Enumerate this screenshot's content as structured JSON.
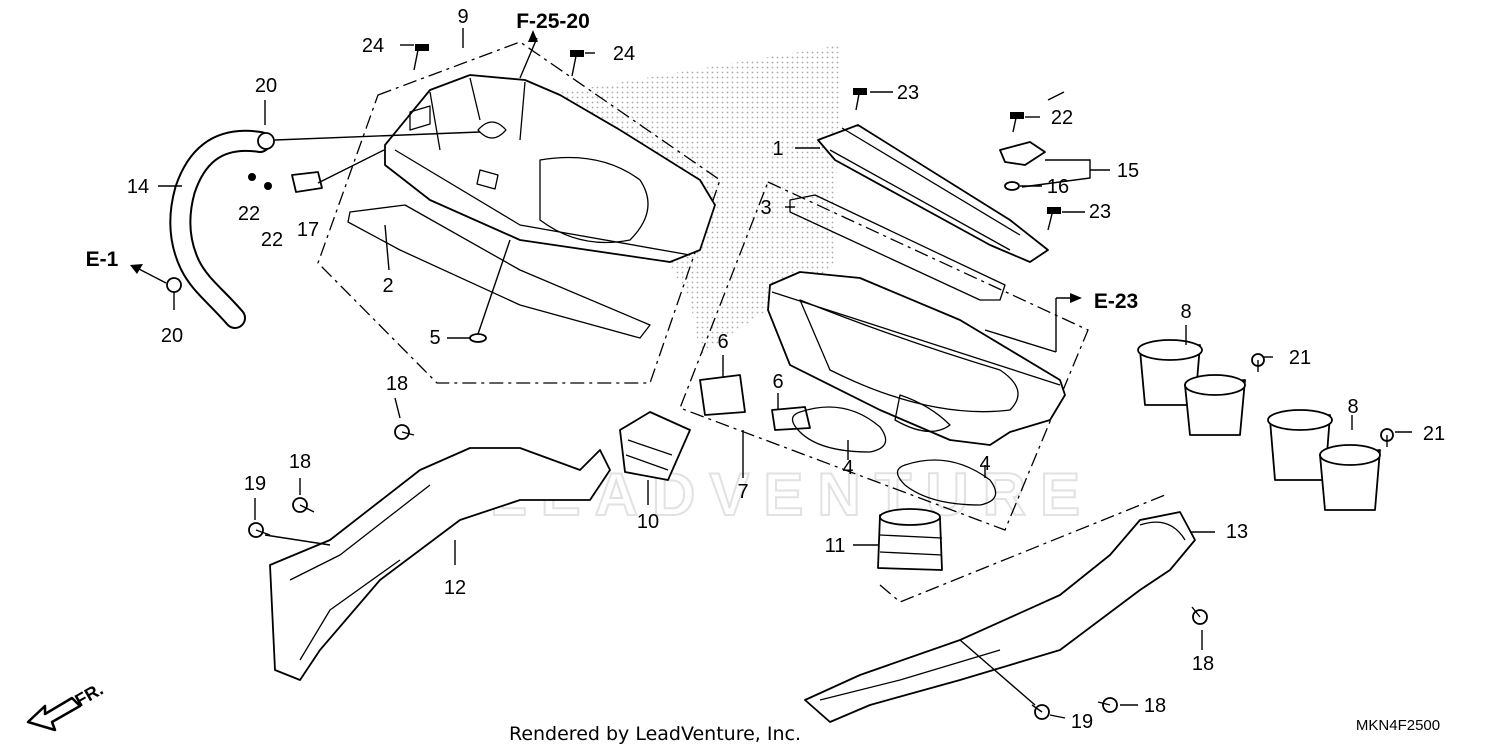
{
  "diagram": {
    "callouts": {
      "c1": "1",
      "c2": "2",
      "c3": "3",
      "c4a": "4",
      "c4b": "4",
      "c5": "5",
      "c6a": "6",
      "c6b": "6",
      "c7": "7",
      "c8a": "8",
      "c8b": "8",
      "c9": "9",
      "c10": "10",
      "c11": "11",
      "c12": "12",
      "c13": "13",
      "c14": "14",
      "c15": "15",
      "c16": "16",
      "c17": "17",
      "c18a": "18",
      "c18b": "18",
      "c18c": "18",
      "c18d": "18",
      "c19a": "19",
      "c19b": "19",
      "c20a": "20",
      "c20b": "20",
      "c21a": "21",
      "c21b": "21",
      "c22a": "22",
      "c22b": "22",
      "c22c": "22",
      "c23a": "23",
      "c23b": "23",
      "c24a": "24",
      "c24b": "24"
    },
    "references": {
      "f2520": "F-25-20",
      "e1": "E-1",
      "e23": "E-23",
      "front": "FR."
    },
    "credit": "Rendered by LeadVenture, Inc.",
    "diagram_code": "MKN4F2500",
    "watermark": "LEADVENTURE"
  },
  "colors": {
    "line": "#000000",
    "background": "#ffffff",
    "dots": "#9a9a9a",
    "watermark": "#e2e2e2"
  }
}
